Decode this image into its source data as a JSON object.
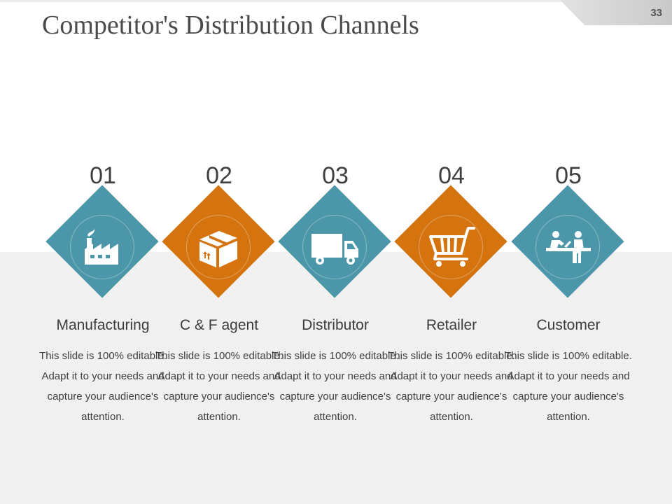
{
  "slide": {
    "title": "Competitor's Distribution Channels",
    "page_number": "33"
  },
  "colors": {
    "teal": "#4b96a8",
    "orange": "#d5730e",
    "background_band": "#f0f0f0"
  },
  "steps": [
    {
      "number": "01",
      "label": "Manufacturing",
      "description": "This slide is 100% editable. Adapt it to your needs and capture your audience's attention.",
      "icon": "factory-icon",
      "color": "#4b96a8"
    },
    {
      "number": "02",
      "label": "C & F agent",
      "description": "This slide is 100% editable. Adapt it to your needs and capture your audience's attention.",
      "icon": "package-box-icon",
      "color": "#d5730e"
    },
    {
      "number": "03",
      "label": "Distributor",
      "description": "This slide is 100% editable. Adapt it to your needs and capture your audience's attention.",
      "icon": "delivery-truck-icon",
      "color": "#4b96a8"
    },
    {
      "number": "04",
      "label": "Retailer",
      "description": "This slide is 100% editable. Adapt it to your needs and capture your audience's attention.",
      "icon": "shopping-cart-icon",
      "color": "#d5730e"
    },
    {
      "number": "05",
      "label": "Customer",
      "description": "This slide is 100% editable. Adapt it to your needs and capture your audience's attention.",
      "icon": "customer-counter-icon",
      "color": "#4b96a8"
    }
  ]
}
